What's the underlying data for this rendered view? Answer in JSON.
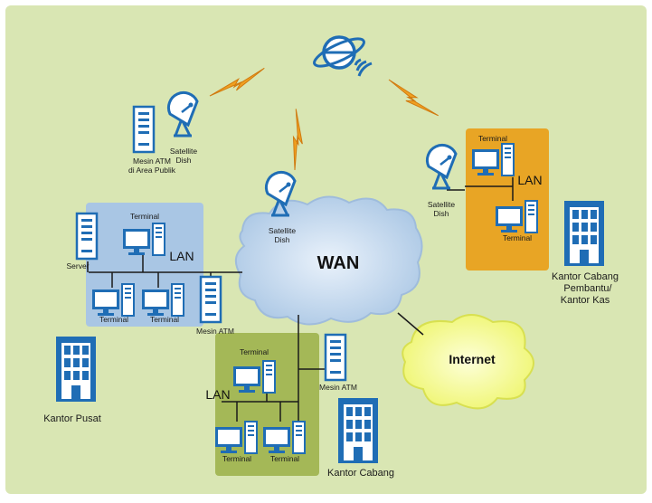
{
  "colors": {
    "background": "#d9e6b3",
    "wan_cloud": "#bcd3ea",
    "internet_cloud": "#f5fa8c",
    "lan_blue": "#a9c6e4",
    "lan_orange": "#e8a525",
    "lan_green": "#a4b857",
    "device_blue": "#1f6db5",
    "lightning": "#f0a020"
  },
  "labels": {
    "wan": "WAN",
    "internet": "Internet",
    "lan_hq": "LAN",
    "lan_sub": "LAN",
    "lan_branch": "LAN",
    "atm_public_1": "Mesin ATM",
    "atm_public_2": "di Area Publik",
    "dish_public_1": "Satellite",
    "dish_public_2": "Dish",
    "dish_wan_1": "Satellite",
    "dish_wan_2": "Dish",
    "dish_sub_1": "Satellite",
    "dish_sub_2": "Dish",
    "hq_terminal_top": "Terminal",
    "hq_server": "Server",
    "hq_terminal_left": "Terminal",
    "hq_terminal_right": "Terminal",
    "hq_atm": "Mesin ATM",
    "hq_building": "Kantor Pusat",
    "sub_terminal_top": "Terminal",
    "sub_terminal_bottom": "Terminal",
    "sub_building_1": "Kantor Cabang",
    "sub_building_2": "Pembantu/",
    "sub_building_3": "Kantor Kas",
    "br_terminal_top": "Terminal",
    "br_terminal_left": "Terminal",
    "br_terminal_right": "Terminal",
    "br_atm": "Mesin ATM",
    "br_building": "Kantor Cabang"
  },
  "icons": [
    "satellite-icon",
    "satellite-dish-icon",
    "atm-machine-icon",
    "server-icon",
    "terminal-icon",
    "office-building-icon",
    "lightning-link-icon",
    "cloud-icon"
  ]
}
